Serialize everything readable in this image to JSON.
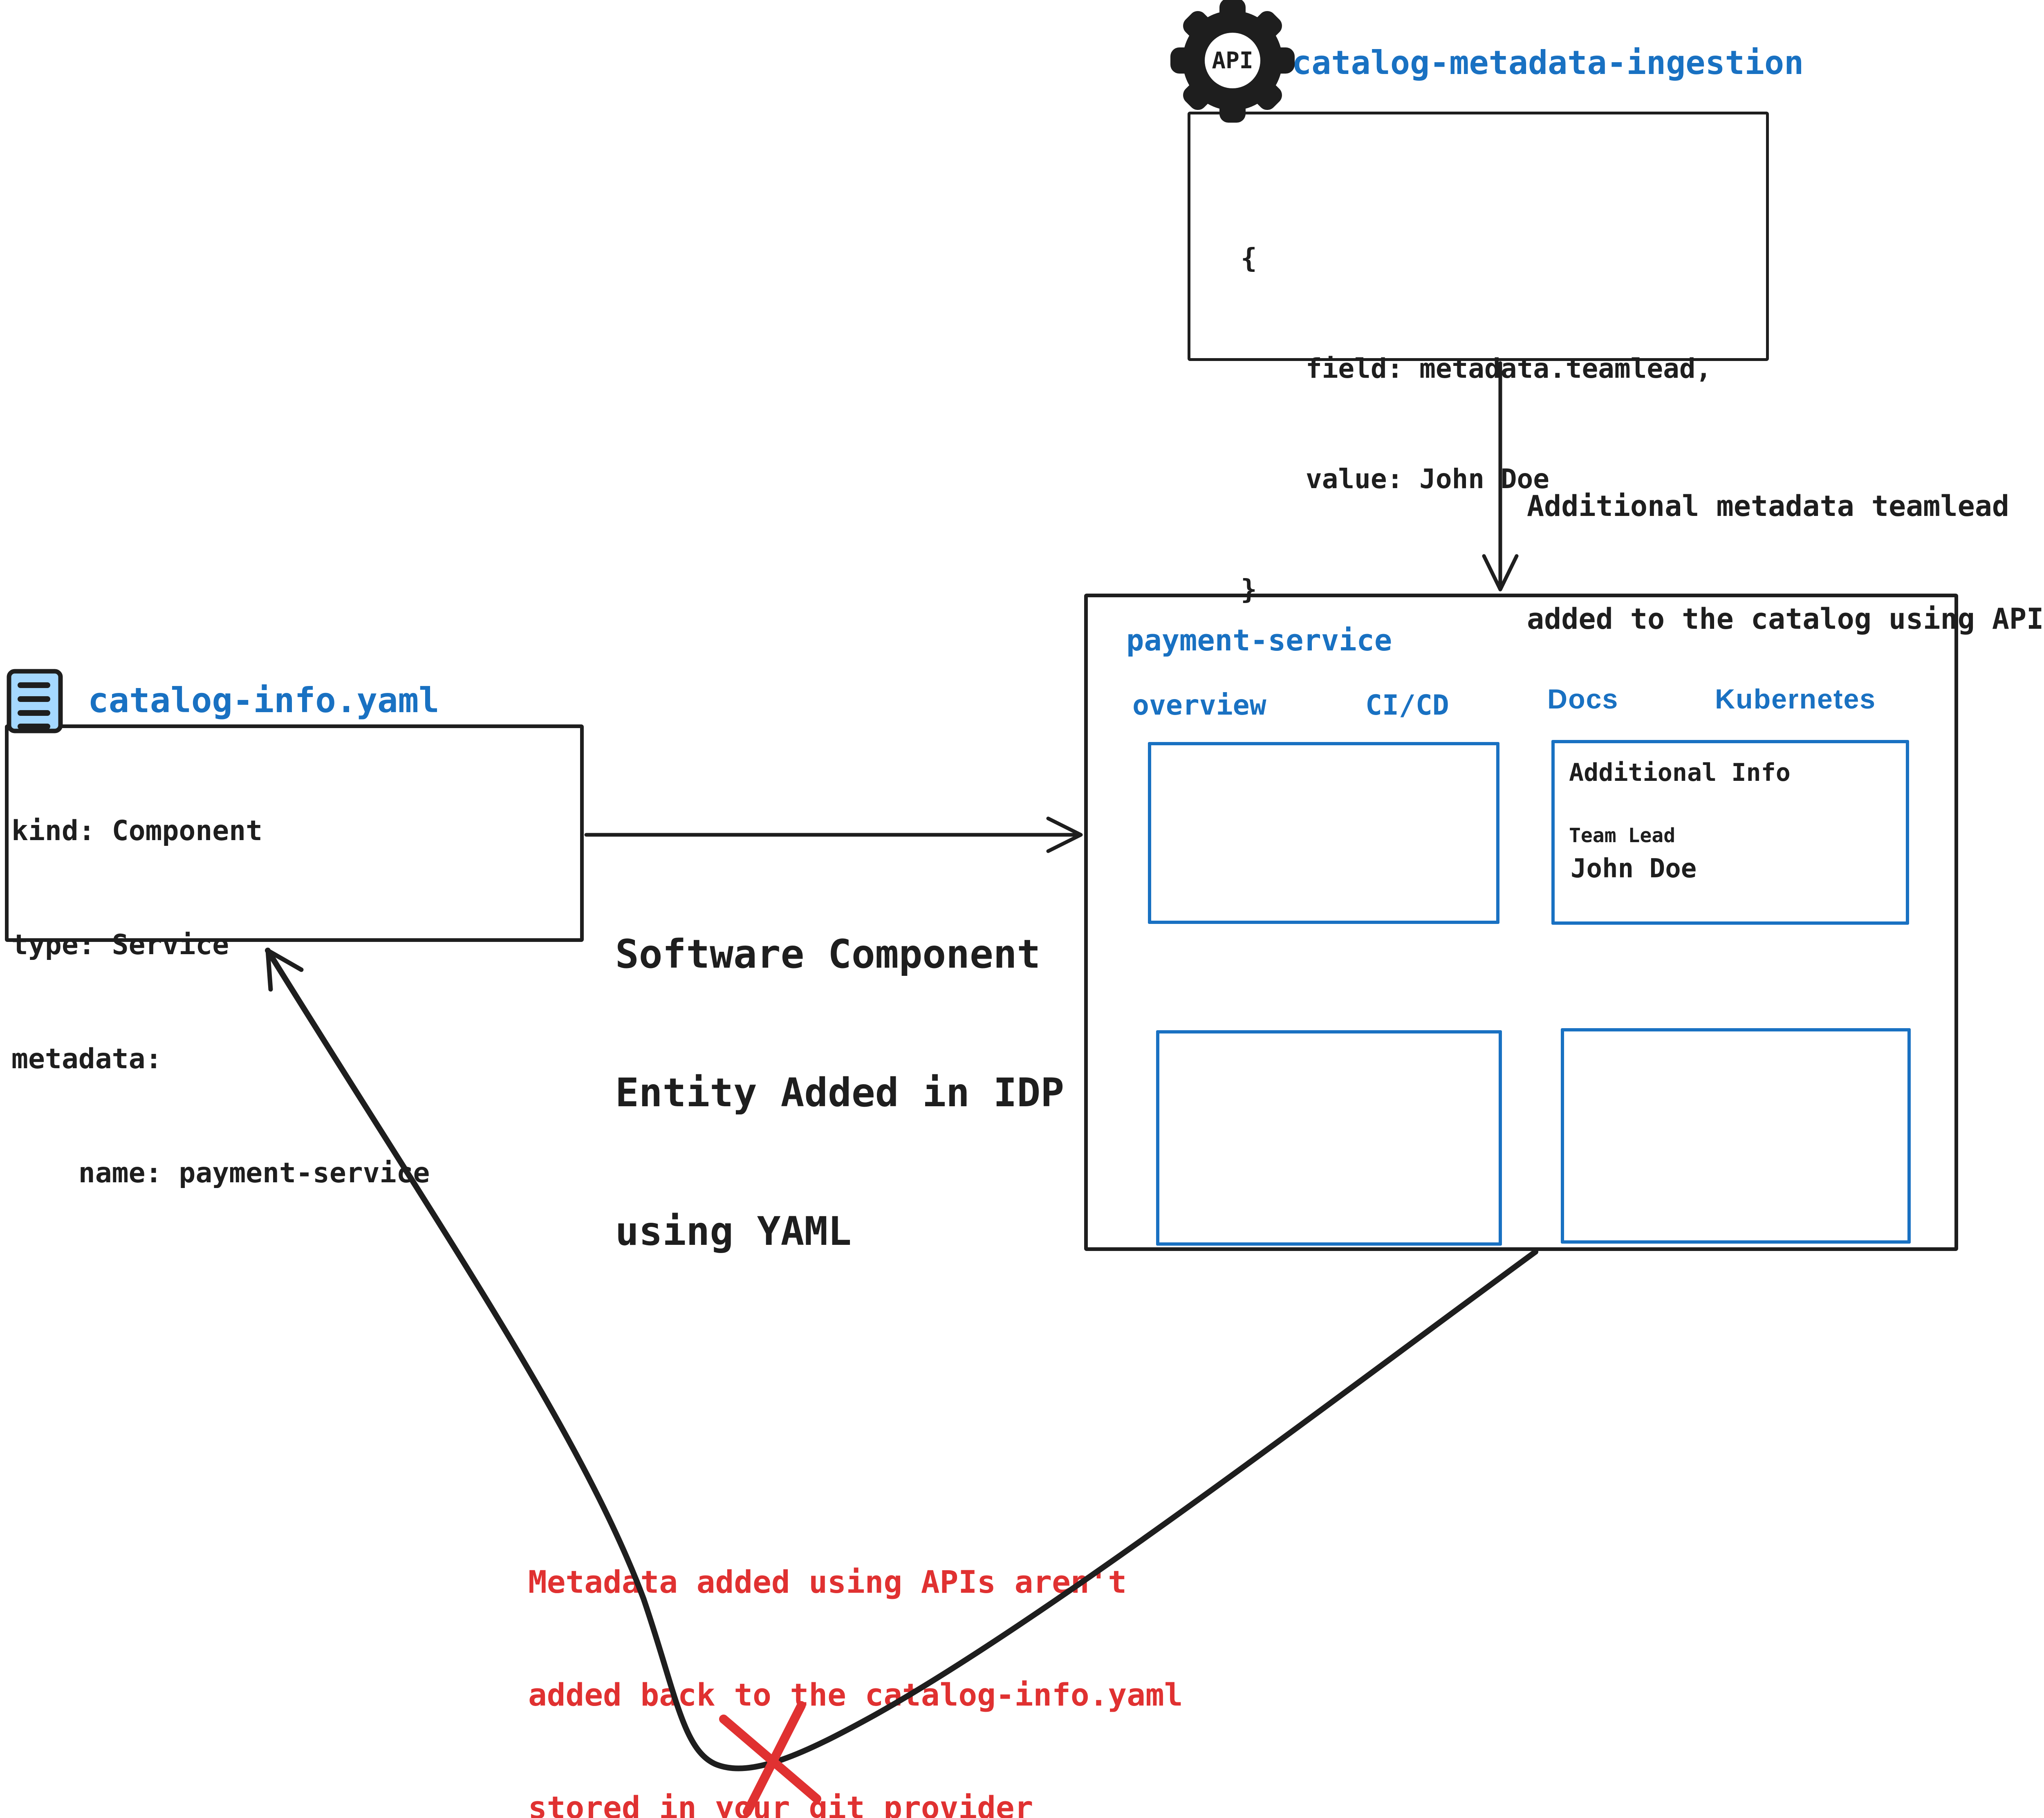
{
  "palette": {
    "blue": "#1971c2",
    "red": "#e03131",
    "ink": "#1e1e1e",
    "light_blue": "#a5d8ff",
    "white": "#ffffff"
  },
  "api_ingestion": {
    "gear_icon_label": "API",
    "title": "catalog-metadata-ingestion",
    "code_lines": [
      "{",
      "    field: metadata.teamlead,",
      "    value: John Doe",
      "}"
    ],
    "arrow_note_lines": [
      "Additional metadata teamlead",
      "added to the catalog using APIs"
    ]
  },
  "idp_card": {
    "title": "payment-service",
    "tabs": [
      {
        "label": "overview"
      },
      {
        "label": "CI/CD"
      },
      {
        "label": "Docs"
      },
      {
        "label": "Kubernetes"
      }
    ],
    "docs_panel": {
      "heading": "Additional Info",
      "field_label": "Team Lead",
      "field_value": "John Doe"
    }
  },
  "yaml_file": {
    "title": "catalog-info.yaml",
    "code_lines": [
      "kind: Component",
      "type: Service",
      "metadata:",
      "    name: payment-service"
    ],
    "arrow_note_lines": [
      "Software Component",
      "Entity Added in IDP",
      "using YAML"
    ]
  },
  "feedback_gap_note": {
    "lines": [
      "Metadata added using APIs aren't",
      "added back to the catalog-info.yaml",
      "stored in your git provider"
    ]
  }
}
